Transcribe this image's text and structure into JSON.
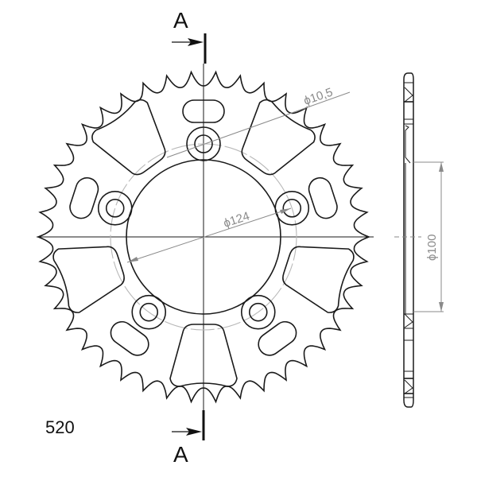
{
  "drawing": {
    "type": "rear sprocket technical drawing",
    "chain_size": "520",
    "teeth_count": 42,
    "section_marker": {
      "label_top": "A",
      "label_bottom": "A"
    },
    "dimensions": {
      "bolt_hole": "ϕ10,5",
      "bolt_circle": "ϕ124",
      "center_bore": "ϕ100"
    },
    "features": {
      "bolt_holes": 5,
      "large_windows": 5,
      "small_slots": 5
    },
    "colors": {
      "outline": "#1a1a1a",
      "dimension": "#8a8a8a",
      "background": "#ffffff"
    }
  }
}
